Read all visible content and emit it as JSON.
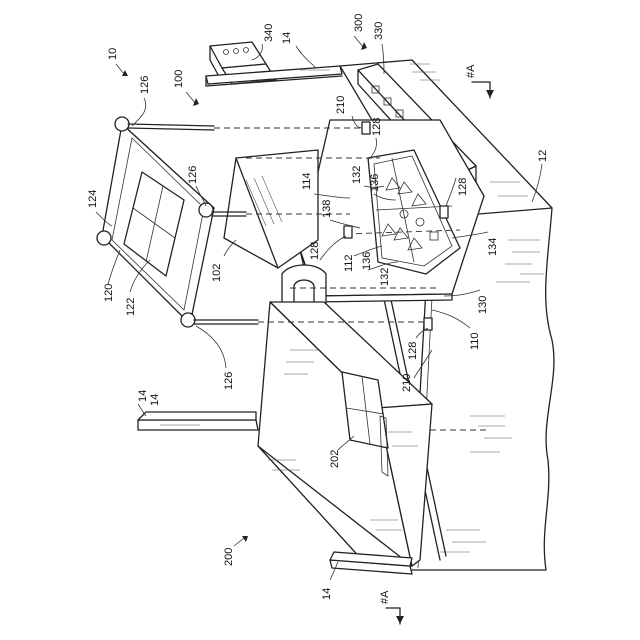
{
  "figure": {
    "labels": [
      {
        "id": "l10",
        "text": "10"
      },
      {
        "id": "l100",
        "text": "100"
      },
      {
        "id": "l126a",
        "text": "126"
      },
      {
        "id": "l124",
        "text": "124"
      },
      {
        "id": "l126b",
        "text": "126"
      },
      {
        "id": "l120",
        "text": "120"
      },
      {
        "id": "l122",
        "text": "122"
      },
      {
        "id": "l126c",
        "text": "126"
      },
      {
        "id": "l102",
        "text": "102"
      },
      {
        "id": "l14a",
        "text": "14"
      },
      {
        "id": "l340",
        "text": "340"
      },
      {
        "id": "l14b",
        "text": "14"
      },
      {
        "id": "l300",
        "text": "300"
      },
      {
        "id": "l330",
        "text": "330"
      },
      {
        "id": "lA1",
        "text": "#A"
      },
      {
        "id": "l210a",
        "text": "210"
      },
      {
        "id": "l128a",
        "text": "128"
      },
      {
        "id": "l132a",
        "text": "132"
      },
      {
        "id": "l136a",
        "text": "136"
      },
      {
        "id": "l114",
        "text": "114"
      },
      {
        "id": "l138",
        "text": "138"
      },
      {
        "id": "l128b",
        "text": "128"
      },
      {
        "id": "l112",
        "text": "112"
      },
      {
        "id": "l136b",
        "text": "136"
      },
      {
        "id": "l132b",
        "text": "132"
      },
      {
        "id": "l128c",
        "text": "128"
      },
      {
        "id": "l134",
        "text": "134"
      },
      {
        "id": "l12",
        "text": "12"
      },
      {
        "id": "l130",
        "text": "130"
      },
      {
        "id": "l110",
        "text": "110"
      },
      {
        "id": "l128d",
        "text": "128"
      },
      {
        "id": "l210b",
        "text": "210"
      },
      {
        "id": "l14c",
        "text": "14"
      },
      {
        "id": "l202",
        "text": "202"
      },
      {
        "id": "l200",
        "text": "200"
      },
      {
        "id": "l14d",
        "text": "14"
      },
      {
        "id": "lA2",
        "text": "#A"
      }
    ]
  }
}
